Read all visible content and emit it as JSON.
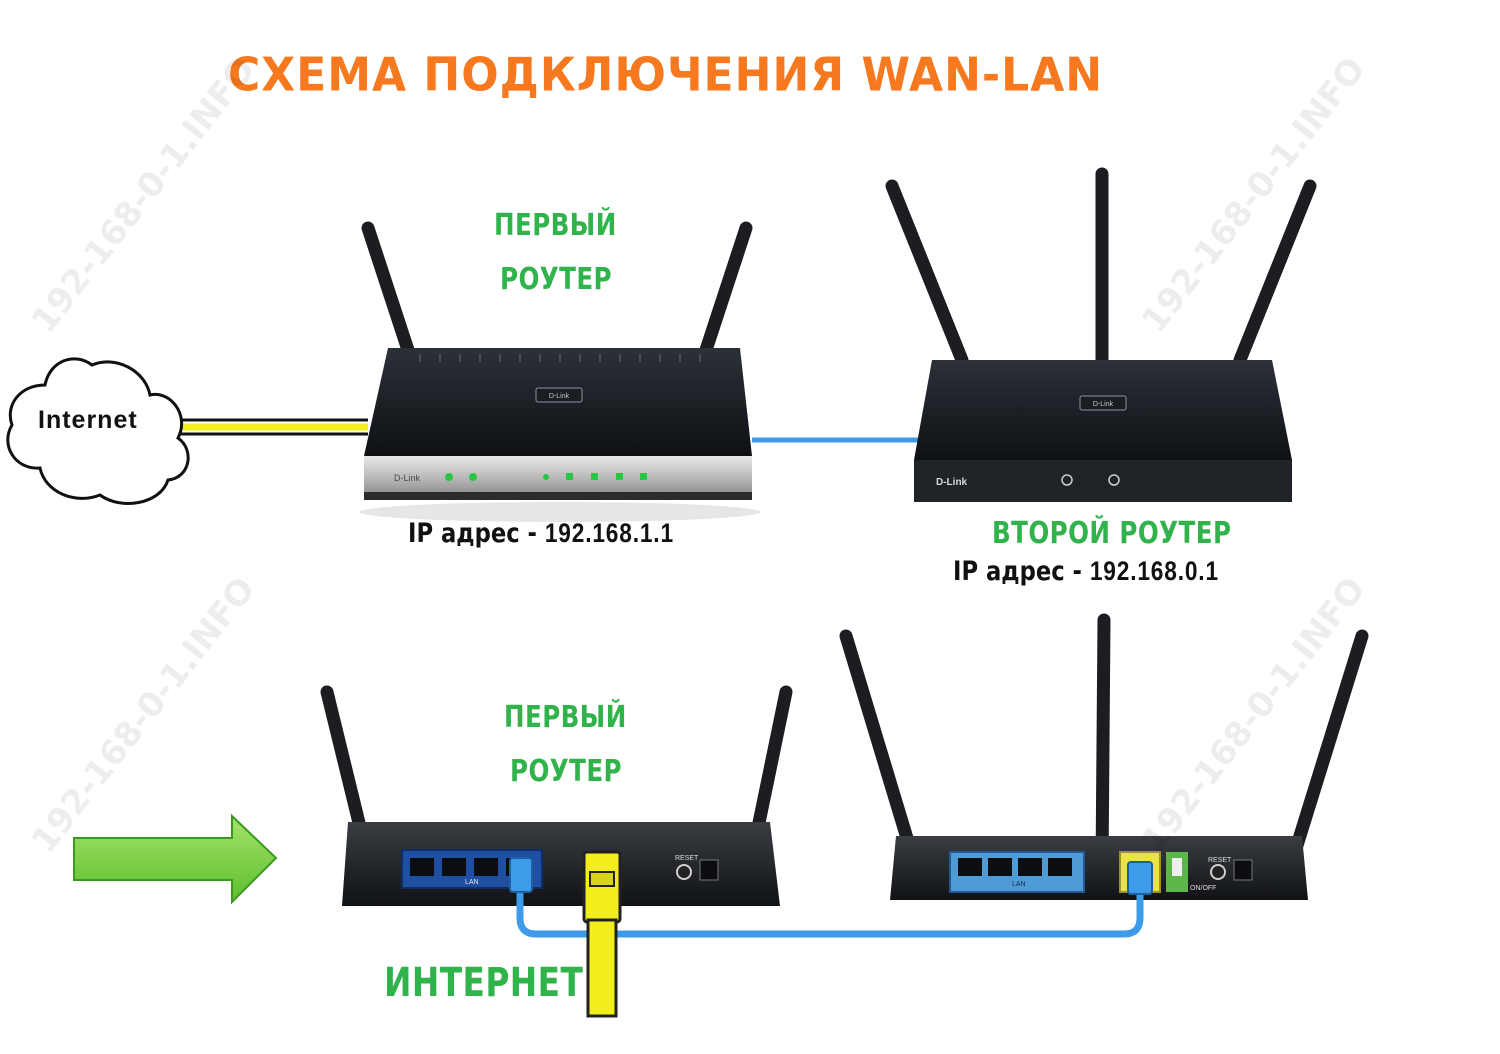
{
  "title": "СХЕМА ПОДКЛЮЧЕНИЯ WAN-LAN",
  "watermark": "192-168-0-1.INFO",
  "top": {
    "first_router": {
      "label_line1": "ПЕРВЫЙ",
      "label_line2": "РОУТЕР",
      "ip_prefix": "IP адрес - ",
      "ip": "192.168.1.1",
      "brand": "D-Link"
    },
    "second_router": {
      "label": "ВТОРОЙ РОУТЕР",
      "ip_prefix": "IP адрес - ",
      "ip": "192.168.0.1",
      "brand": "D-Link"
    },
    "cloud_label": "Internet"
  },
  "bottom": {
    "first_router": {
      "label_line1": "ПЕРВЫЙ",
      "label_line2": "РОУТЕР"
    },
    "internet_label": "ИНТЕРНЕТ",
    "port_labels": {
      "reset": "RESET",
      "onoff": "ON/OFF",
      "lan": "LAN"
    }
  },
  "colors": {
    "title": "#f7791f",
    "labels": "#2fb34a",
    "lan_cable": "#3d9be9",
    "wan_cable": "#f4ee1e",
    "arrow": "#7fd14a"
  }
}
